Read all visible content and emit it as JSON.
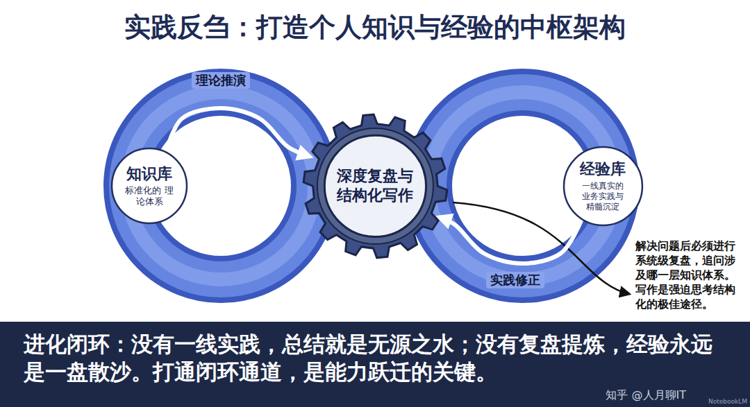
{
  "diagram": {
    "title": "实践反刍：打造个人知识与经验的中枢架构",
    "caption": "进化闭环：没有一线实践，总结就是无源之水；没有复盘提炼，经验永远是一盘散沙。打通闭环通道，是能力跃迁的关键。",
    "nodes": [
      {
        "text": [
          "知识库",
          "标准化的 理论体系"
        ]
      },
      {
        "text": [
          "深度复盘与 结构化写作"
        ]
      },
      {
        "text": [
          "经验库",
          "一线真实的 业务实践与 精髓沉淀"
        ]
      }
    ],
    "edges": [
      {
        "from": 0,
        "to": 1,
        "arrow": "to",
        "label": "理论推演"
      },
      {
        "from": 2,
        "to": 1,
        "arrow": "to",
        "label": "实践修正"
      }
    ],
    "labels": [
      "解决问题后必须进行 系统级复盘，追问涉 及哪一层知识体系。 写作是强迫思考结构 化的极佳途径。",
      "知乎 @人月聊IT",
      "NotebookLM"
    ]
  }
}
